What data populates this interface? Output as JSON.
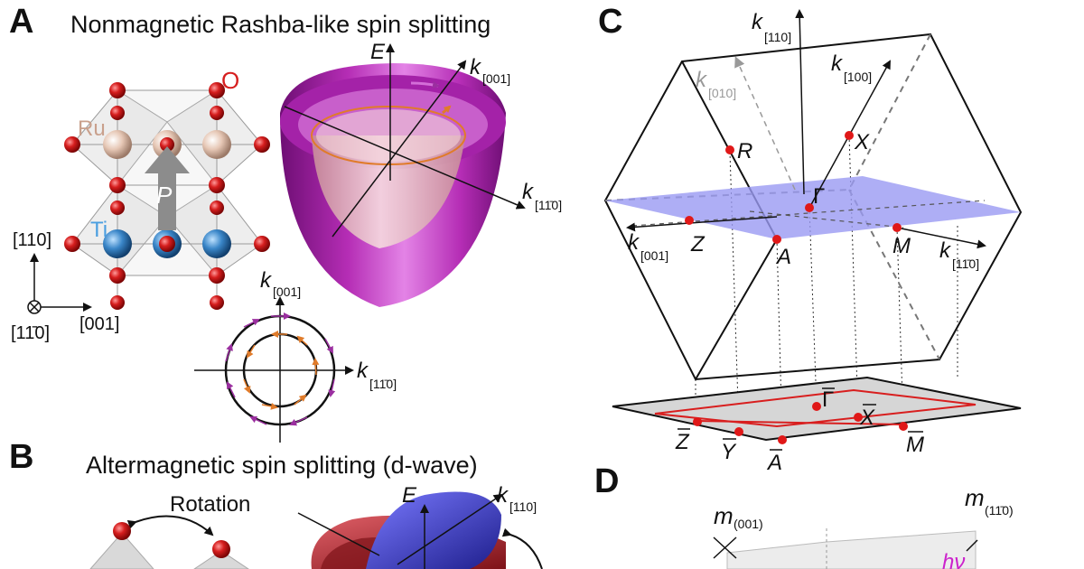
{
  "panels": {
    "a": {
      "letter": "A",
      "title": "Nonmagnetic Rashba-like spin splitting",
      "atoms": {
        "o": "O",
        "ru": "Ru",
        "ti": "Ti"
      },
      "polarization": "P",
      "crystal_axes": {
        "vertical": "[110]",
        "horizontal": "[001]",
        "out_of_plane": "[11̄0]"
      },
      "band": {
        "energy": "E",
        "k": "k",
        "k1_sub": "[001]",
        "k2_sub": "[11̄0]"
      },
      "contour": {
        "k": "k",
        "k1_sub": "[001]",
        "k2_sub": "[11̄0]"
      },
      "colors": {
        "outer_band": "#b52db5",
        "inner_band": "#e8b4bf",
        "inner_spin": "#e07b2a",
        "outer_spin": "#9b2fa0",
        "ti_atom": "#3a86c8",
        "ru_atom": "#e6c7b5",
        "o_atom": "#d61e1e"
      }
    },
    "b": {
      "letter": "B",
      "title": "Altermagnetic spin splitting (d-wave)",
      "rotation_label": "Rotation",
      "energy": "E",
      "k": "k",
      "k_sub": "[110]",
      "colors": {
        "band_red": "#b3262c",
        "band_blue": "#3a3ad6"
      }
    },
    "c": {
      "letter": "C",
      "axes": {
        "k": "k",
        "k110_sub": "[110]",
        "k010_sub": "[010]",
        "k100_sub": "[100]",
        "k001_sub": "[001]",
        "k1b10_sub": "[11̄0]"
      },
      "points": {
        "R": "R",
        "X": "X",
        "Gamma": "Γ",
        "Z": "Z",
        "A": "A",
        "M": "M"
      },
      "projected_points": {
        "Gamma": "Γ",
        "X": "X",
        "Z": "Z",
        "Y": "Y",
        "A": "A",
        "M": "M"
      },
      "colors": {
        "plane": "#9a9af2",
        "point": "#e01818",
        "rect": "#d81e1e",
        "projection": "#d6d6d6"
      }
    },
    "d": {
      "letter": "D",
      "m1": "m",
      "m1_sub": "(001)",
      "m2": "m",
      "m2_sub": "(11̄0)",
      "hv": "hν",
      "colors": {
        "hv": "#cc22cc"
      }
    }
  }
}
